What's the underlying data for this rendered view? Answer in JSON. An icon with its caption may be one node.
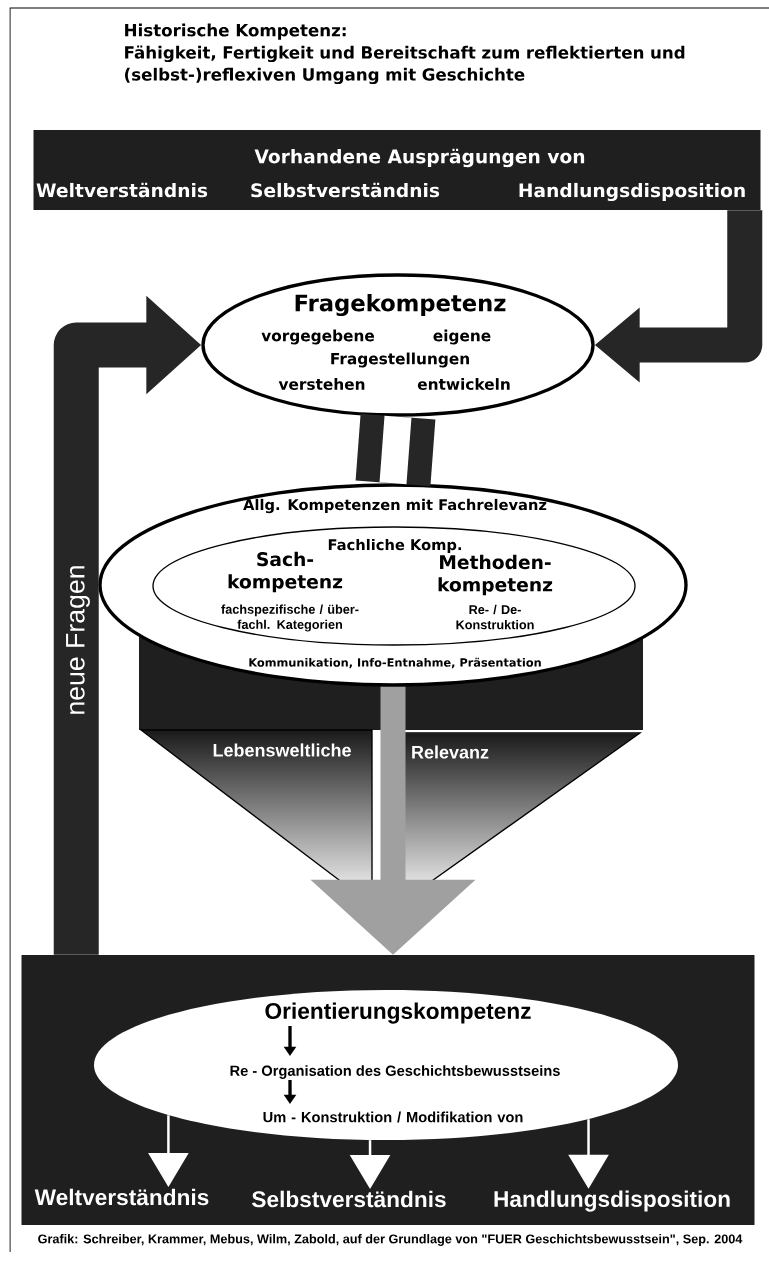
{
  "diagram": {
    "title": "Historische Kompetenz:",
    "caption": "Grafik: Schreiber, Krammer, Mebus, Wilm, Zabold, auf der Grundlage von \"FUER Geschichtsbewusstsein\", Sep. 2004",
    "nodes": [
      {
        "text": [
          "Vorhandene Ausprägungen von",
          "Weltverständnis",
          "Selbstverständnis",
          "Handlungsdisposition"
        ]
      },
      {
        "text": [
          "Fragekompetenz",
          "vorgegebene",
          "eigene",
          "Fragestellungen",
          "verstehen",
          "entwickeln"
        ]
      },
      {
        "text": [
          "Allg. Kompetenzen mit Fachrelevanz",
          "Kommunikation, Info-Entnahme, Präsentation"
        ]
      },
      {
        "text": [
          "Fachliche Komp.",
          "Sach- kompetenz",
          "fachspezifische / über- fachl. Kategorien",
          "Methoden- kompetenz",
          "Re- / De- Konstruktion"
        ],
        "in": 2
      },
      {
        "text": [
          "Lebensweltliche"
        ]
      },
      {
        "text": [
          "Relevanz"
        ]
      },
      {
        "text": [],
        "shape": "box"
      },
      {
        "text": [
          "Orientierungskompetenz",
          "Re - Organisation des Geschichtsbewusstseins",
          "Um - Konstruktion / Modifikation von"
        ],
        "in": 6
      },
      {
        "text": [
          "Weltverständnis"
        ],
        "in": 6
      },
      {
        "text": [
          "Selbstverständnis"
        ],
        "in": 6
      },
      {
        "text": [
          "Handlungsdisposition"
        ],
        "in": 6
      }
    ],
    "edges": [
      {
        "from": 0,
        "to": 1,
        "arrow": "to",
        "style": "thick",
        "color": "#262626"
      },
      {
        "from": 6,
        "to": 1,
        "arrow": "to",
        "label": "neue Fragen",
        "style": "thick",
        "color": "#262626"
      },
      {
        "from": 1,
        "to": 2,
        "arrow": "none",
        "style": "thick",
        "color": "#262626"
      },
      {
        "from": 2,
        "to": 6,
        "arrow": "to",
        "style": "thick",
        "color": "#a0a0a0"
      },
      {
        "from": 7,
        "to": 8,
        "arrow": "to",
        "color": "#ffffff"
      },
      {
        "from": 7,
        "to": 9,
        "arrow": "to",
        "color": "#ffffff"
      },
      {
        "from": 7,
        "to": 10,
        "arrow": "to",
        "color": "#ffffff"
      }
    ],
    "labels": [
      "Fähigkeit, Fertigkeit und Bereitschaft zum reflektierten und (selbst-)reflexiven Umgang mit Geschichte"
    ]
  }
}
